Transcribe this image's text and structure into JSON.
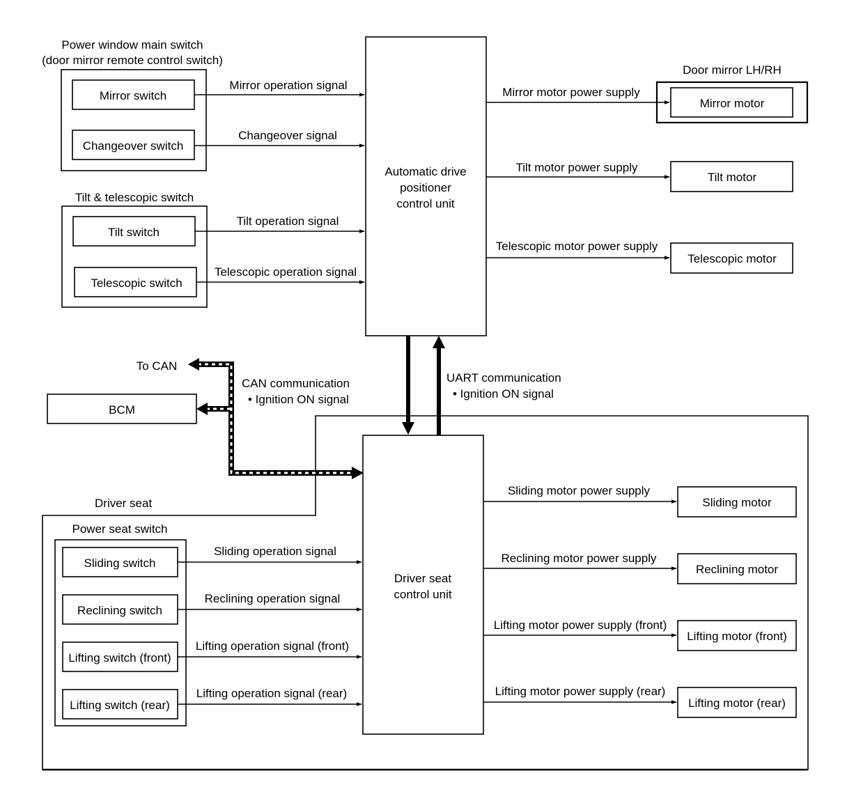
{
  "groups": {
    "power_window_main_switch": {
      "label_line1": "Power window main switch",
      "label_line2": "(door mirror remote control switch)",
      "mirror_switch": "Mirror switch",
      "changeover_switch": "Changeover switch"
    },
    "tilt_telescopic_switch": {
      "label": "Tilt & telescopic switch",
      "tilt_switch": "Tilt switch",
      "telescopic_switch": "Telescopic switch"
    },
    "door_mirror": {
      "label": "Door mirror LH/RH",
      "mirror_motor": "Mirror motor"
    },
    "driver_seat": {
      "label": "Driver seat"
    },
    "power_seat_switch": {
      "label": "Power seat switch",
      "sliding_switch": "Sliding switch",
      "reclining_switch": "Reclining switch",
      "lifting_switch_front": "Lifting switch (front)",
      "lifting_switch_rear": "Lifting switch (rear)"
    }
  },
  "units": {
    "adp_line1": "Automatic drive",
    "adp_line2": "positioner",
    "adp_line3": "control unit",
    "seat_line1": "Driver seat",
    "seat_line2": "control unit",
    "bcm": "BCM",
    "tilt_motor": "Tilt motor",
    "telescopic_motor": "Telescopic motor",
    "sliding_motor": "Sliding motor",
    "reclining_motor": "Reclining motor",
    "lifting_motor_front": "Lifting motor (front)",
    "lifting_motor_rear": "Lifting motor (rear)"
  },
  "signals": {
    "mirror_operation": "Mirror operation signal",
    "changeover": "Changeover signal",
    "tilt_operation": "Tilt operation signal",
    "telescopic_operation": "Telescopic operation signal",
    "mirror_motor_power": "Mirror motor power supply",
    "tilt_motor_power": "Tilt motor power supply",
    "telescopic_motor_power": "Telescopic motor power supply",
    "sliding_operation": "Sliding operation signal",
    "reclining_operation": "Reclining operation signal",
    "lifting_operation_front": "Lifting operation signal (front)",
    "lifting_operation_rear": "Lifting operation signal (rear)",
    "sliding_motor_power": "Sliding motor power supply",
    "reclining_motor_power": "Reclining motor power supply",
    "lifting_motor_power_front": "Lifting motor power supply (front)",
    "lifting_motor_power_rear": "Lifting motor power supply (rear)"
  },
  "communication": {
    "to_can": "To CAN",
    "can_title": "CAN communication",
    "can_item": "• Ignition ON signal",
    "uart_title": "UART communication",
    "uart_item": "• Ignition ON signal"
  }
}
